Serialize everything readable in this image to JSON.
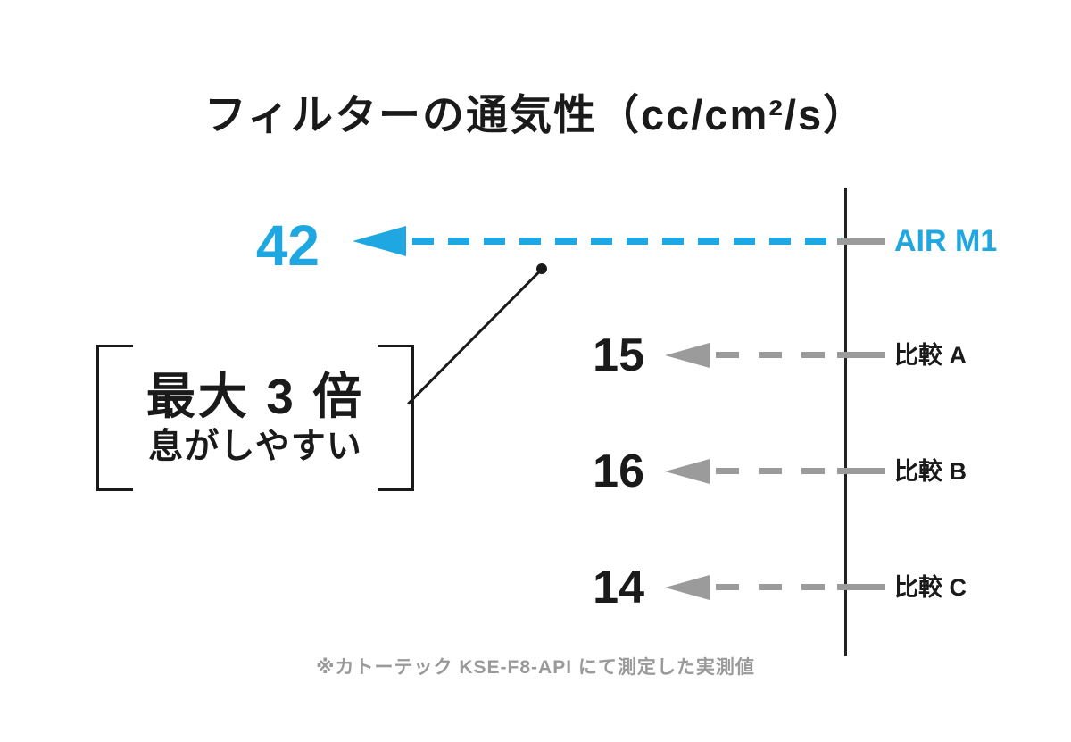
{
  "title": "フィルターの通気性（cc/cm²/s）",
  "chart_data": {
    "type": "bar",
    "orientation": "horizontal, arrows extend left from a single vertical baseline on the right; longer arrow = larger value",
    "title": "フィルターの通気性（cc/cm²/s）",
    "unit": "cc/cm²/s",
    "categories": [
      "AIR M1",
      "比較 A",
      "比較 B",
      "比較 C"
    ],
    "values": [
      42,
      15,
      16,
      14
    ],
    "highlight_category": "AIR M1",
    "highlight_color": "#1EA7E1",
    "other_color": "#9B9B9B",
    "grid": false,
    "legend": "none",
    "annotation": "最大 3 倍 息がしやすい (points at AIR M1 arrow)",
    "footnote": "※カトーテック KSE-F8-API にて測定した実測値"
  },
  "rows": [
    {
      "value": "42",
      "label": "AIR M1"
    },
    {
      "value": "15",
      "label": "比較 A"
    },
    {
      "value": "16",
      "label": "比較 B"
    },
    {
      "value": "14",
      "label": "比較 C"
    }
  ],
  "annotation": {
    "line1": "最大 3 倍",
    "line2": "息がしやすい"
  },
  "footnote": "※カトーテック KSE-F8-API にて測定した実測値",
  "colors": {
    "accent": "#1EA7E1",
    "gray": "#9B9B9B",
    "ink": "#1A1A1A",
    "muted": "#9A9A9A",
    "background": "#FFFFFF"
  }
}
